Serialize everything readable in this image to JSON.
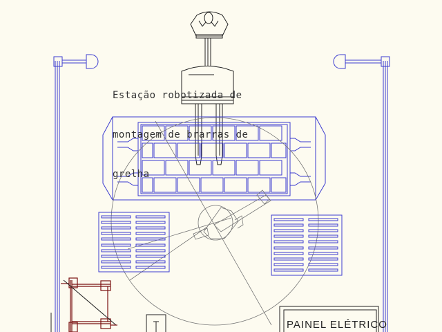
{
  "drawing": {
    "station_label_lines": [
      "Estação robotizada de",
      "montagem de brarras de",
      "grelha"
    ],
    "panel_label": "PAINEL ELÉTRICO",
    "colors": {
      "background": "#fdfbf0",
      "equipment": "#3b3bd0",
      "reach": "#777777",
      "gripper": "#7a1010"
    }
  }
}
